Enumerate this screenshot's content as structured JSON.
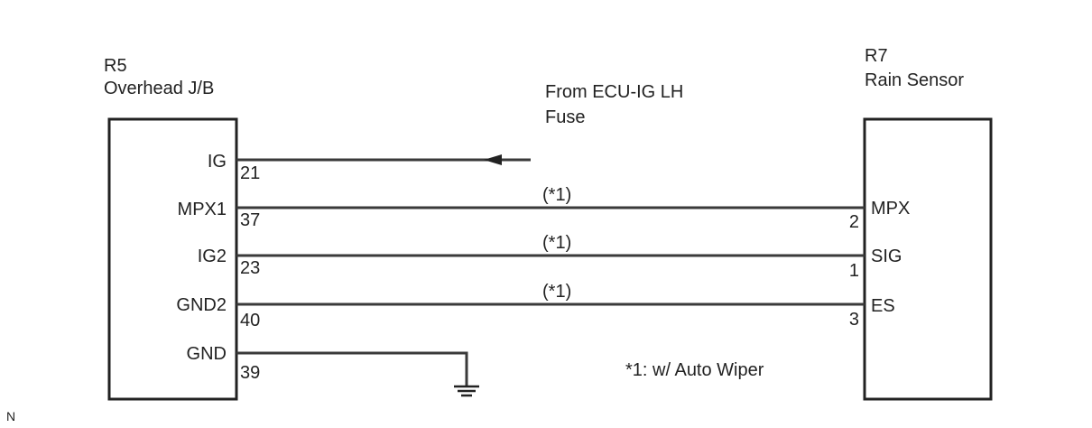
{
  "left_component": {
    "ref": "R5",
    "name": "Overhead J/B",
    "pins": [
      {
        "label": "IG",
        "number": "21"
      },
      {
        "label": "MPX1",
        "number": "37"
      },
      {
        "label": "IG2",
        "number": "23"
      },
      {
        "label": "GND2",
        "number": "40"
      },
      {
        "label": "GND",
        "number": "39"
      }
    ]
  },
  "right_component": {
    "ref": "R7",
    "name": "Rain Sensor",
    "pins": [
      {
        "label": "MPX",
        "number": "2"
      },
      {
        "label": "SIG",
        "number": "1"
      },
      {
        "label": "ES",
        "number": "3"
      }
    ]
  },
  "source": {
    "line1": "From ECU-IG LH",
    "line2": "Fuse"
  },
  "wire_notes": [
    "(*1)",
    "(*1)",
    "(*1)"
  ],
  "footnote": "*1: w/ Auto Wiper",
  "corner_mark": "N",
  "colors": {
    "line": "#3a3a3a",
    "text": "#222222",
    "background": "#ffffff"
  }
}
